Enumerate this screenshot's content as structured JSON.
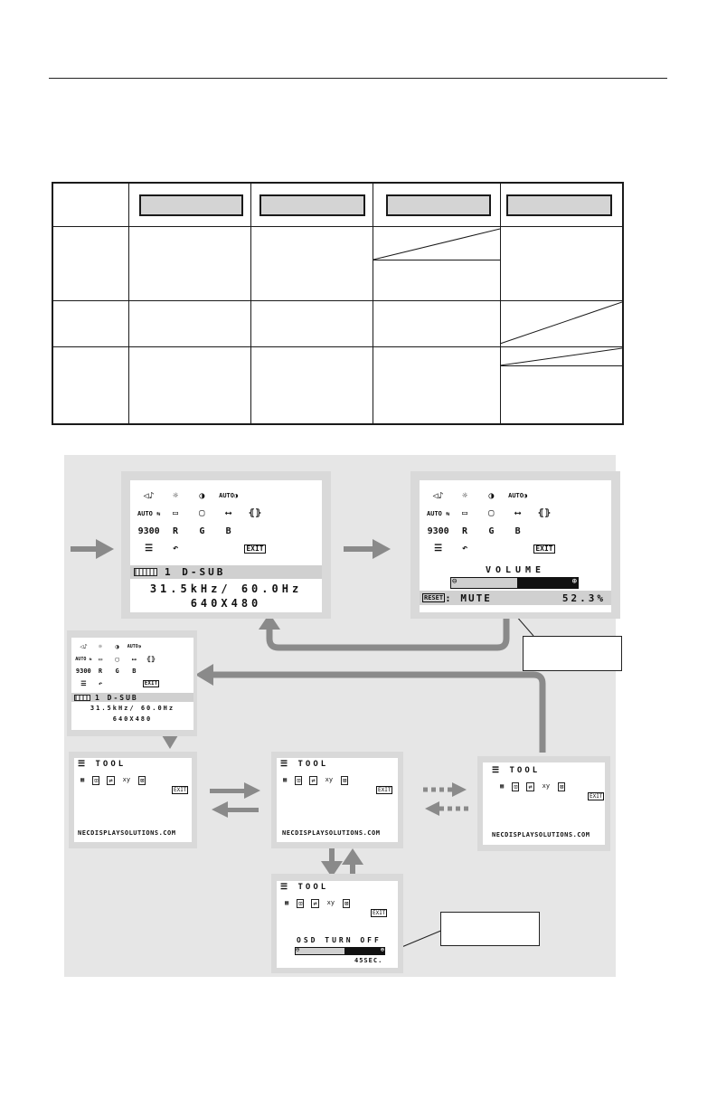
{
  "screens": {
    "icon_rows": [
      [
        "◁♪",
        "☼",
        "◑",
        "AUTO◑",
        "",
        ""
      ],
      [
        "AUTO ⇆",
        "▭",
        "▢",
        "⟷",
        "⦃⦄",
        ""
      ],
      [
        "9300",
        "R",
        "G",
        "B",
        "",
        ""
      ],
      [
        "☰",
        "↶",
        "",
        "",
        "EXIT",
        ""
      ]
    ],
    "input_name": "1 D-SUB",
    "frequency": "31.5kHz/ 60.0Hz",
    "resolution": "640X480",
    "volume_title": "VOLUME",
    "reset_label": "RESET",
    "mute_label": ": MUTE",
    "volume_value": "52.3%",
    "volume_level": 0.52,
    "tool_title": "TOOL",
    "tool_icons": [
      "▦",
      "⊡",
      "⇄",
      "xy",
      "⊠",
      "EXIT"
    ],
    "url": "NECDISPLAYSOLUTIONS.COM",
    "osd_turn_off": "OSD TURN OFF",
    "osd_seconds": "45SEC.",
    "osd_level": 0.55
  },
  "colors": {
    "bezel": "#d9d9d9",
    "arrow": "#8a8a8a",
    "diagram_bg": "#e6e6e6",
    "header_cell": "#d4d4d4"
  }
}
